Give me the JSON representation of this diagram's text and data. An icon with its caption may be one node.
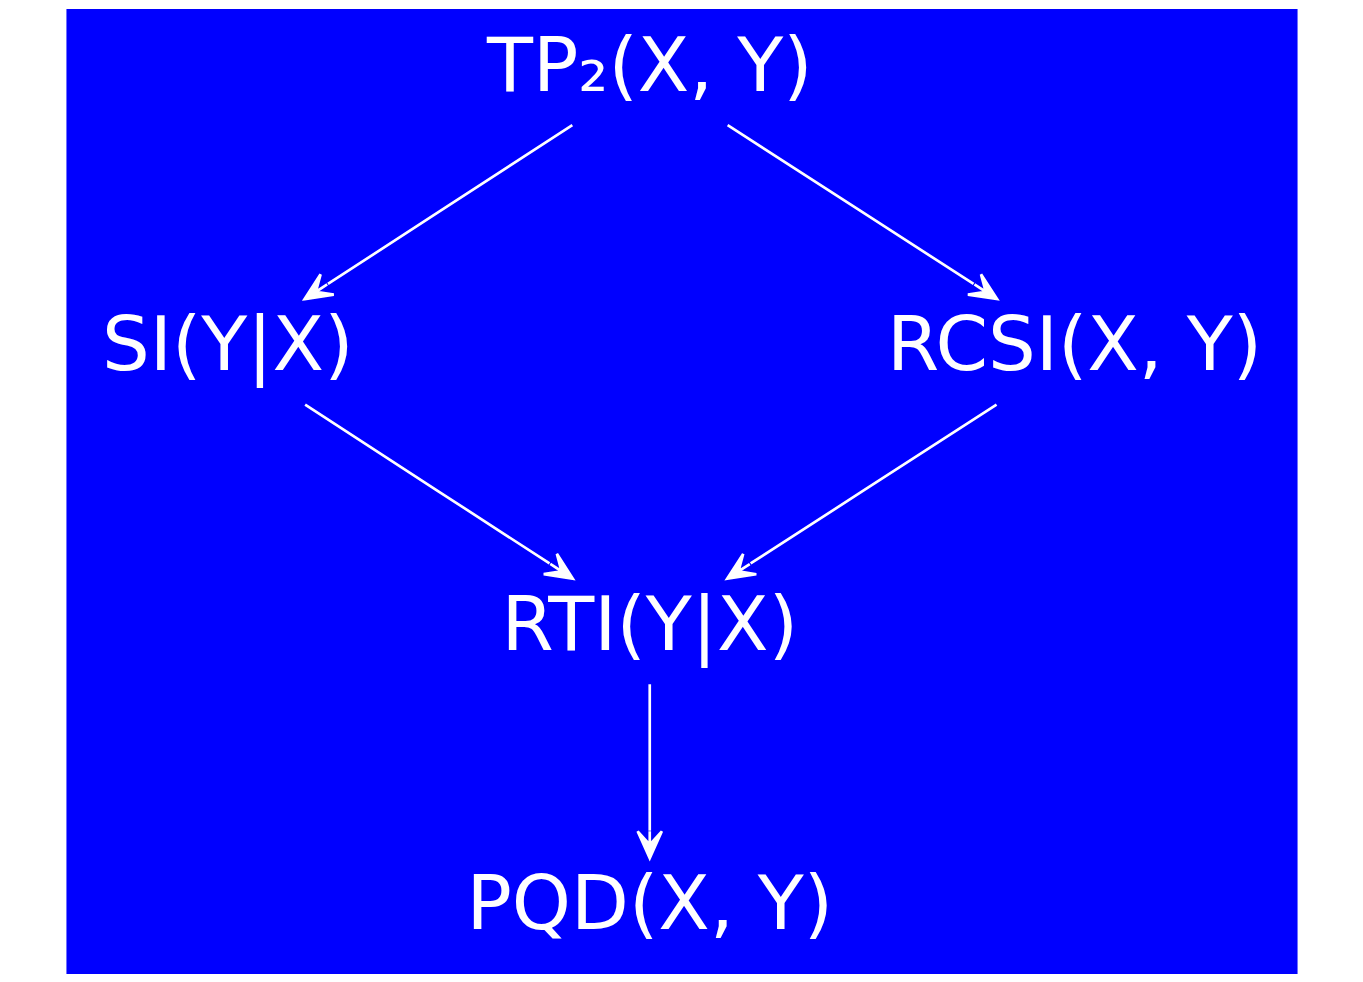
{
  "diagram": {
    "nodes": [
      {
        "text": [
          "TP₂(X, Y)"
        ]
      },
      {
        "text": [
          "SI(Y|X)"
        ]
      },
      {
        "text": [
          "RCSI(X, Y)"
        ]
      },
      {
        "text": [
          "RTI(Y|X)"
        ]
      },
      {
        "text": [
          "PQD(X, Y)"
        ]
      }
    ],
    "edges": [
      {
        "from": 0,
        "to": 1,
        "arrow": "to"
      },
      {
        "from": 0,
        "to": 2,
        "arrow": "to"
      },
      {
        "from": 1,
        "to": 3,
        "arrow": "to"
      },
      {
        "from": 2,
        "to": 3,
        "arrow": "to"
      },
      {
        "from": 3,
        "to": 4,
        "arrow": "to"
      }
    ]
  }
}
